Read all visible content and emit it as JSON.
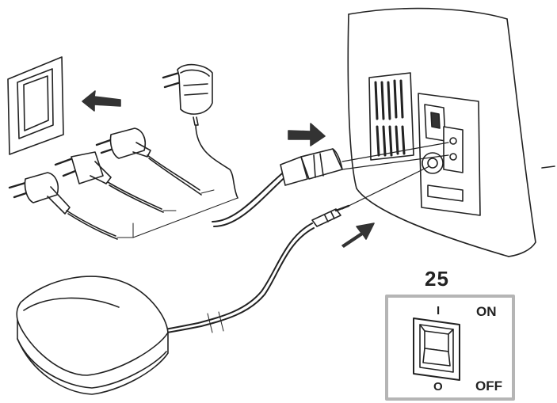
{
  "figure": {
    "step_number": "25",
    "switch_on_label": "ON",
    "switch_off_label": "OFF",
    "switch_on_mark": "I",
    "switch_off_mark": "O"
  },
  "icons": [
    "wall-socket-icon",
    "ac-adapter-icon",
    "eu-plug-icon",
    "us-plug-icon",
    "power-cord-connector-icon",
    "foot-controller-icon",
    "sewing-machine-side-icon",
    "power-switch-icon",
    "arrow-icon"
  ],
  "colors": {
    "line": "#222222",
    "fill_dark": "#333333",
    "fill_light": "#ffffff",
    "frame": "#b5b5b5"
  }
}
